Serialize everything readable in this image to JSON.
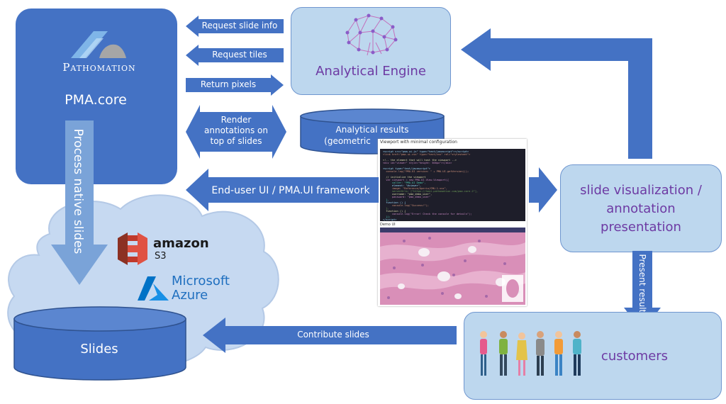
{
  "colors": {
    "box_dark": "#4472c4",
    "box_light": "#bdd7ee",
    "arrow": "#4472c4",
    "purple_text": "#6d3aa3",
    "cloud": "#c6d9f1"
  },
  "pma_core": {
    "logo_text": "Pathomation",
    "title": "PMA.core",
    "process_label": "Process native slides"
  },
  "analytical_engine": {
    "title": "Analytical Engine",
    "icon": "brain-network-icon"
  },
  "arrows": {
    "request_slide_info": "Request slide info",
    "request_tiles": "Request tiles",
    "return_pixels": "Return pixels",
    "render_annotations": "Render annotations on top of slides",
    "end_user_ui": "End-user UI / PMA.UI framework",
    "contribute_slides": "Contribute slides",
    "present_results": "Present results"
  },
  "analytical_results": {
    "label_line1": "Analytical results",
    "label_line2": "(geometric"
  },
  "viewport": {
    "code_title": "Viewport with minimal configuration",
    "code_lines": [
      "<script src=\"pma.ui.js\" type=\"text/javascript\"></script>",
      "<link href=\"pma.ui.css\" type=\"text/css\" rel=\"stylesheet\">",
      "",
      "<!-- the element that will host the viewport -->",
      "<div id=\"viewer\" style=\"height: 500px\"></div>",
      "",
      "<script type=\"text/javascript\">",
      "  console.log(\"PMA.UI version: \" + PMA.UI.getVersion());",
      "",
      "  // initialize the viewport",
      "  var viewport = new PMA.UI.View.Viewport({",
      "      caller: \"PMA.UI Demo\",",
      "      element: \"#viewer\",",
      "      image: \"Reference/Aperio/CMU-1.svs\",",
      "      serverUrls: [\"https://host.pathomation.com/pma.core.2\"],",
      "      username: \"pma_demo_user\",",
      "      password: \"pma_demo_user\"",
      "  },",
      "  function () {",
      "      console.log(\"Success!\");",
      "  },",
      "  function () {",
      "      console.log(\"Error! Check the console for details\");",
      "  });",
      "</script>"
    ],
    "tissue_label": "Demo UI"
  },
  "slide_viz": {
    "title": "slide visualization / annotation presentation"
  },
  "storage": {
    "amazon_title": "amazon",
    "amazon_sub": "S3",
    "azure_title": "Microsoft",
    "azure_sub": "Azure"
  },
  "slides": {
    "title": "Slides"
  },
  "customers": {
    "title": "customers"
  }
}
